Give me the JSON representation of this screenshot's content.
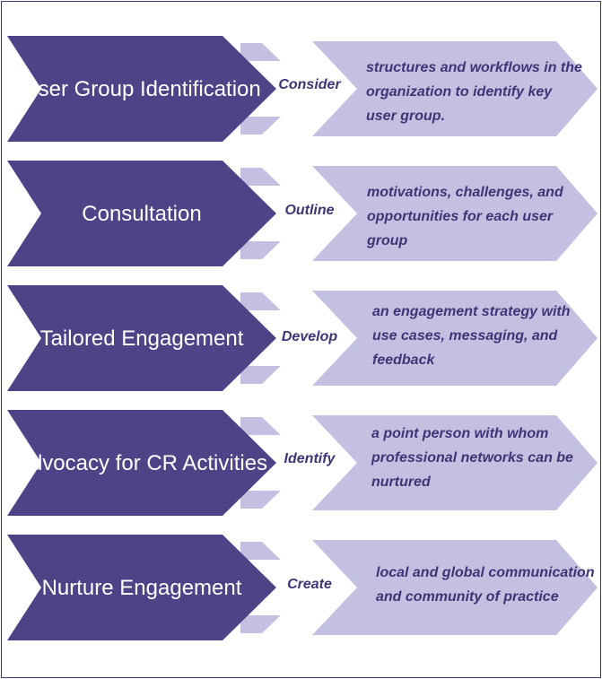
{
  "colors": {
    "title_chevron": "#4f4388",
    "pale_band": "#c3c0e1",
    "text_dark": "#3e3576",
    "border": "#3f3577"
  },
  "steps": [
    {
      "title": "User Group Identification",
      "verb": "Consider",
      "description": "structures and workflows in the organization to identify key user group."
    },
    {
      "title": "Consultation",
      "verb": "Outline",
      "description": "motivations, challenges, and opportunities for each user group"
    },
    {
      "title": "Tailored Engagement",
      "verb": "Develop",
      "description": "an engagement strategy with use cases, messaging, and feedback"
    },
    {
      "title": "Advocacy for CR Activities",
      "verb": "Identify",
      "description": "a point person with whom professional networks can be nurtured"
    },
    {
      "title": "Nurture Engagement",
      "verb": "Create",
      "description": "local and global communication and community of practice"
    }
  ]
}
